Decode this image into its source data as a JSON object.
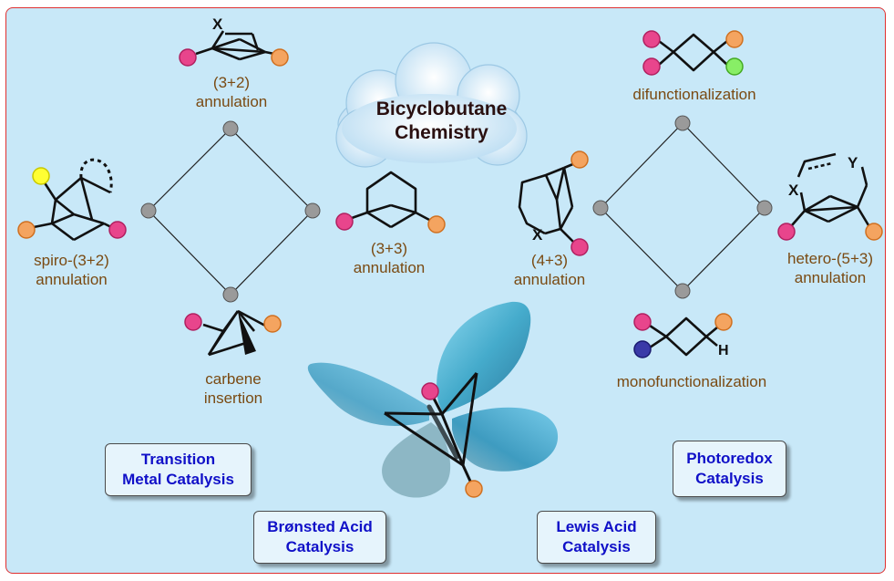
{
  "title": [
    "Bicyclobutane",
    "Chemistry"
  ],
  "left_cycle": {
    "top": [
      "(3+2)",
      "annulation"
    ],
    "right": [
      "(3+3)",
      "annulation"
    ],
    "left": [
      "spiro-(3+2)",
      "annulation"
    ],
    "bottom": [
      "carbene",
      "insertion"
    ]
  },
  "right_cycle": {
    "top": [
      "difunctionalization"
    ],
    "right": [
      "hetero-(5+3)",
      "annulation"
    ],
    "left": [
      "(4+3)",
      "annulation"
    ],
    "bottom": [
      "monofunctionalization"
    ]
  },
  "atom_labels": {
    "x": "X",
    "y": "Y",
    "h": "H"
  },
  "catalysis": {
    "transition_metal": [
      "Transition",
      "Metal Catalysis"
    ],
    "bronsted_acid": [
      "Brønsted Acid",
      "Catalysis"
    ],
    "lewis_acid": [
      "Lewis Acid",
      "Catalysis"
    ],
    "photoredox": [
      "Photoredox",
      "Catalysis"
    ]
  },
  "colors": {
    "magenta_substituent": "#e8458c",
    "orange_substituent": "#f4a460",
    "yellow_substituent": "#ffff33",
    "green_substituent": "#88ee66",
    "navy_substituent": "#3a3aa8",
    "node": "#9a9a9a",
    "label_text": "#7a4a12",
    "catalysis_text": "#1010c8"
  }
}
